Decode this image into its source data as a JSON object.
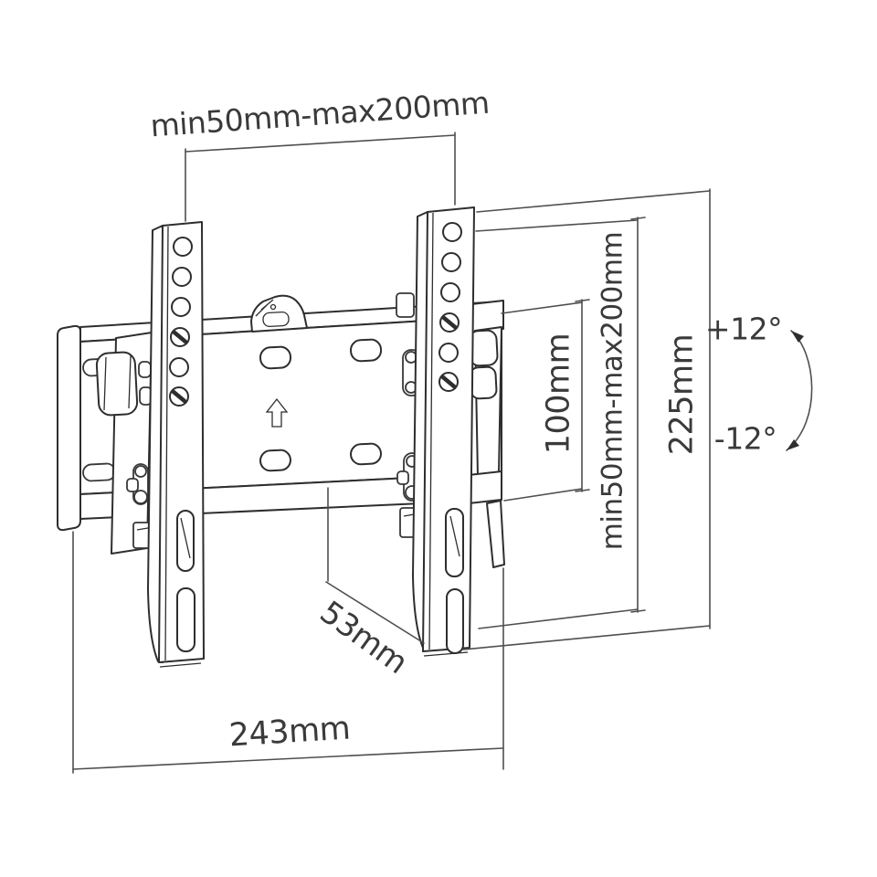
{
  "diagram": {
    "labels": {
      "top_width_range": "min50mm-max200mm",
      "vertical_hole_range": "min50mm-max200mm",
      "arm_height": "100mm",
      "bracket_height": "225mm",
      "depth": "53mm",
      "base_width": "243mm",
      "tilt_up": "+12°",
      "tilt_down": "-12°"
    },
    "colors": {
      "line": "#2e2e2e",
      "dimension_line": "#4f4f4f",
      "text": "#3a3a3a",
      "background": "#ffffff"
    },
    "icons": {
      "up_arrow_emboss": "up-arrow",
      "tilt_arc": "double-headed-arc-arrow"
    }
  }
}
